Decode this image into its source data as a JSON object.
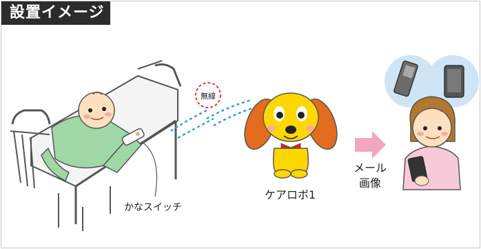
{
  "title": "設置イメージ",
  "labels": {
    "wireless": "無線",
    "switch": "かなスイッチ",
    "robot": "ケアロボ1",
    "mail_line1": "メール",
    "mail_line2": "画像"
  },
  "colors": {
    "title_bg": "#2c2c2c",
    "signal": "#3a9bd8",
    "wireless_circle": "#e23a3a",
    "arrow": "#f4a6c0",
    "robot_body": "#ffd700",
    "robot_ears": "#e36c1e",
    "patient_clothes": "#9fd8a6",
    "caregiver_clothes": "#f8c9d8"
  }
}
